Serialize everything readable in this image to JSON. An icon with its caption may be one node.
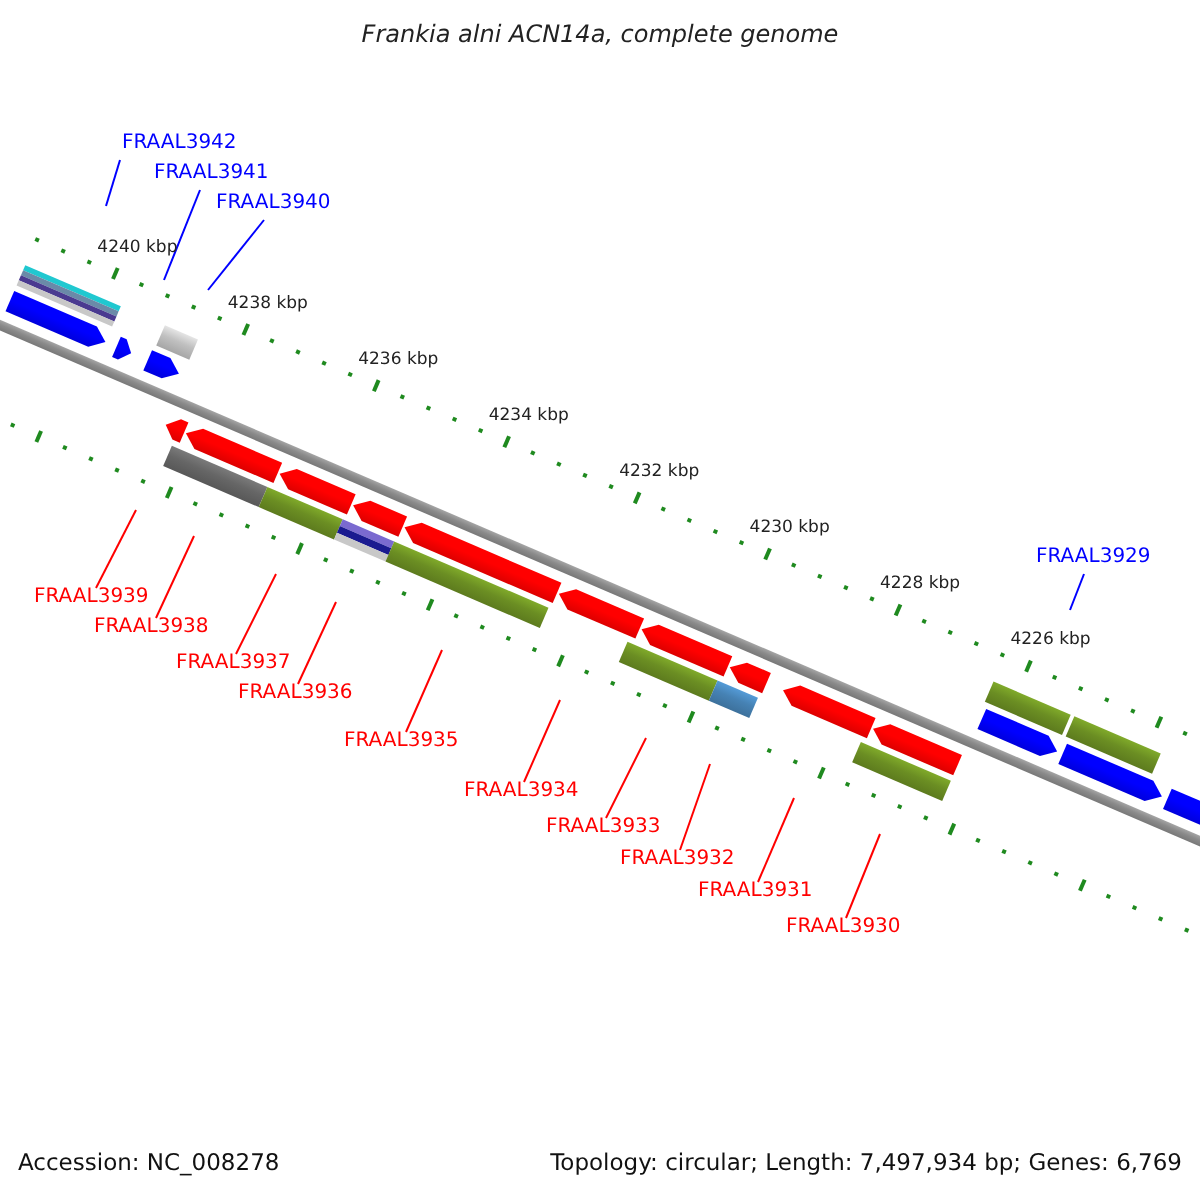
{
  "diagram": {
    "title": "Frankia alni ACN14a, complete genome",
    "nodes": [
      {
        "text": [
          "FRAAL3942"
        ]
      },
      {
        "text": [
          "FRAAL3941"
        ]
      },
      {
        "text": [
          "FRAAL3940"
        ]
      },
      {
        "text": [
          "FRAAL3929"
        ]
      },
      {
        "text": [
          "FRAAL3939"
        ]
      },
      {
        "text": [
          "FRAAL3938"
        ]
      },
      {
        "text": [
          "FRAAL3937"
        ]
      },
      {
        "text": [
          "FRAAL3936"
        ]
      },
      {
        "text": [
          "FRAAL3935"
        ]
      },
      {
        "text": [
          "FRAAL3934"
        ]
      },
      {
        "text": [
          "FRAAL3933"
        ]
      },
      {
        "text": [
          "FRAAL3932"
        ]
      },
      {
        "text": [
          "FRAAL3931"
        ]
      },
      {
        "text": [
          "FRAAL3930"
        ]
      }
    ],
    "edges": [
      {
        "from": 0,
        "to": null,
        "arrow": "none",
        "color": "#0000ff"
      },
      {
        "from": 1,
        "to": null,
        "arrow": "none",
        "color": "#0000ff"
      },
      {
        "from": 2,
        "to": null,
        "arrow": "none",
        "color": "#0000ff"
      },
      {
        "from": 3,
        "to": null,
        "arrow": "none",
        "color": "#0000ff"
      },
      {
        "from": 4,
        "to": null,
        "arrow": "none"
      },
      {
        "from": 5,
        "to": null,
        "arrow": "none"
      },
      {
        "from": 6,
        "to": null,
        "arrow": "none"
      },
      {
        "from": 7,
        "to": null,
        "arrow": "none"
      },
      {
        "from": 8,
        "to": null,
        "arrow": "none"
      },
      {
        "from": 9,
        "to": null,
        "arrow": "none"
      },
      {
        "from": 10,
        "to": null,
        "arrow": "none"
      },
      {
        "from": 11,
        "to": null,
        "arrow": "none"
      },
      {
        "from": 12,
        "to": null,
        "arrow": "none"
      },
      {
        "from": 13,
        "to": null,
        "arrow": "none"
      }
    ],
    "labels": [
      "4240 kbp",
      "4238 kbp",
      "4236 kbp",
      "4234 kbp",
      "4232 kbp",
      "4230 kbp",
      "4228 kbp",
      "4226 kbp",
      "Accession: NC_008278",
      "Topology: circular; Length: 7,497,934 bp; Genes: 6,769"
    ]
  }
}
